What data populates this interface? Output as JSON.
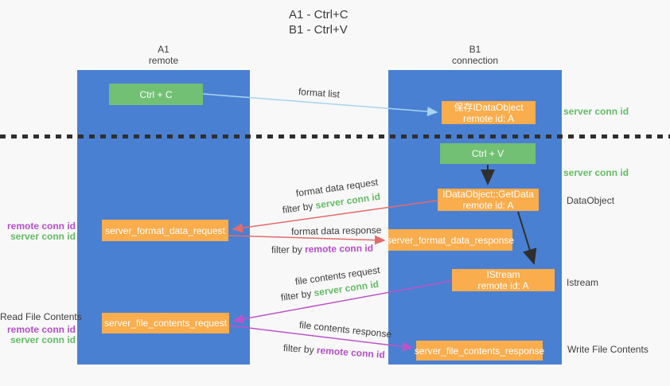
{
  "title": {
    "line1": "A1 - Ctrl+C",
    "line2": "B1 - Ctrl+V"
  },
  "columns": {
    "a1": {
      "id": "A1",
      "subtitle": "remote"
    },
    "b1": {
      "id": "B1",
      "subtitle": "connection"
    }
  },
  "nodes": {
    "ctrl_c": {
      "label": "Ctrl + C"
    },
    "ctrl_v": {
      "label": "Ctrl + V"
    },
    "save_dataobject": {
      "line1": "保存IDataObject",
      "line2": "remote id: A"
    },
    "getdata": {
      "line1": "IDataObject::GetData",
      "line2": "remote id: A"
    },
    "istream": {
      "line1": "IStream",
      "line2": "remote id: A"
    },
    "format_request": {
      "label": "server_format_data_request"
    },
    "format_response": {
      "label": "server_format_data_response"
    },
    "file_request": {
      "label": "server_file_contents_request"
    },
    "file_response": {
      "label": "server_file_contents_response"
    }
  },
  "arrow_labels": {
    "format_list": "format list",
    "format_data_request": "format data request",
    "format_data_response": "format data response",
    "file_contents_request": "file contents request",
    "file_contents_response": "file contents response",
    "filter_by": "filter by ",
    "server_conn_id": "server conn id",
    "remote_conn_id": "remote conn id"
  },
  "annotations": {
    "server_conn_id_1": "server conn id",
    "server_conn_id_2": "server conn id",
    "dataobject": "DataObject",
    "istream": "Istream",
    "write_file_contents": "Write File Contents",
    "read_file_contents": "Read File Contents",
    "left1_remote_conn_id": "remote conn id",
    "left1_server_conn_id": "server conn id",
    "left2_remote_conn_id": "remote conn id",
    "left2_server_conn_id": "server conn id"
  },
  "colors": {
    "column_blue": "#4a80d2",
    "node_green": "#72c074",
    "node_orange": "#f9ad4d",
    "arrow_red": "#e56a6a",
    "arrow_magenta": "#bc54c8",
    "arrow_lightblue": "#a8d4ef",
    "arrow_black": "#2f2f2f",
    "text_green": "#64bb64",
    "text_purple": "#b44fc8",
    "text_dark": "#3d3d3d",
    "background": "#f8f8f8"
  }
}
